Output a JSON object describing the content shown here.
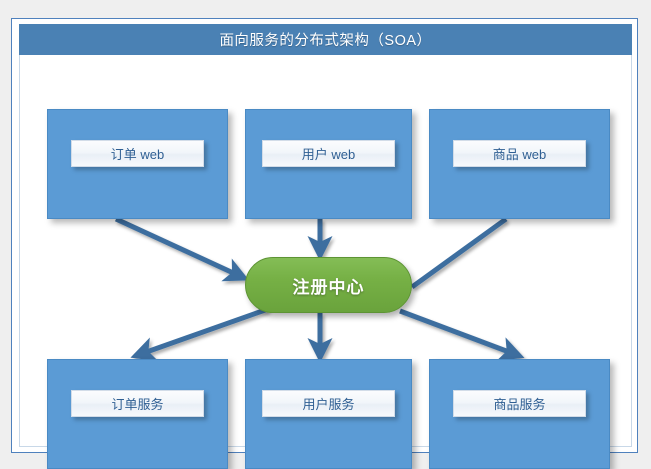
{
  "page": {
    "background_color": "#efefef",
    "card_border_color": "#4f81bd"
  },
  "header": {
    "title": "面向服务的分布式架构（SOA）",
    "background_color": "#4a81b4",
    "text_color": "#ffffff"
  },
  "colors": {
    "node_blue": "#5b9bd5",
    "registry_green": "#70ad47",
    "connector_blue": "#3c6e9f",
    "pill_text": "#2f5f93"
  },
  "diagram": {
    "type": "architecture-diagram",
    "top_row": [
      {
        "id": "order-web",
        "label": "订单 web"
      },
      {
        "id": "user-web",
        "label": "用户 web"
      },
      {
        "id": "product-web",
        "label": "商品 web"
      }
    ],
    "center": {
      "id": "registry",
      "label": "注册中心"
    },
    "bottom_row": [
      {
        "id": "order-service",
        "label": "订单服务"
      },
      {
        "id": "user-service",
        "label": "用户服务"
      },
      {
        "id": "product-service",
        "label": "商品服务"
      }
    ],
    "connections": [
      {
        "from": "order-web",
        "to": "registry",
        "arrow": "to",
        "style": "diagonal"
      },
      {
        "from": "user-web",
        "to": "registry",
        "arrow": "to",
        "style": "vertical"
      },
      {
        "from": "product-web",
        "to": "registry",
        "arrow": "none",
        "style": "diagonal"
      },
      {
        "from": "registry",
        "to": "order-service",
        "arrow": "to",
        "style": "diagonal"
      },
      {
        "from": "registry",
        "to": "user-service",
        "arrow": "to",
        "style": "vertical"
      },
      {
        "from": "registry",
        "to": "product-service",
        "arrow": "to",
        "style": "diagonal"
      }
    ]
  },
  "watermark": {
    "text": ""
  }
}
